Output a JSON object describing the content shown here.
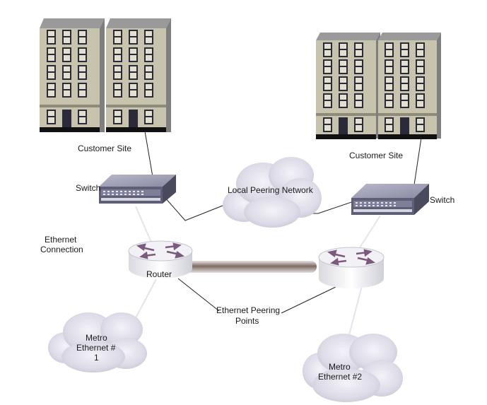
{
  "labels": {
    "customer_site_left": "Customer Site",
    "customer_site_right": "Customer Site",
    "switch_left": "Switch",
    "switch_right": "Switch",
    "local_peering_network": "Local Peering Network",
    "ethernet_connection_line1": "Ethernet",
    "ethernet_connection_line2": "Connection",
    "router": "Router",
    "ethernet_peering_points_line1": "Ethernet Peering",
    "ethernet_peering_points_line2": "Points",
    "metro_ethernet_1_line1": "Metro",
    "metro_ethernet_1_line2": "Ethernet #",
    "metro_ethernet_1_line3": "1",
    "metro_ethernet_2_line1": "Metro",
    "metro_ethernet_2_line2": "Ethernet #2"
  },
  "colors": {
    "building_wall": "#c8c3ad",
    "building_side": "#7f7f7f",
    "window": "#2a2a3a",
    "switch_body": "#6e6e86",
    "cloud": "#d8d6e4",
    "router": "#e8e8ee",
    "router_arrow": "#7b5a7e"
  }
}
